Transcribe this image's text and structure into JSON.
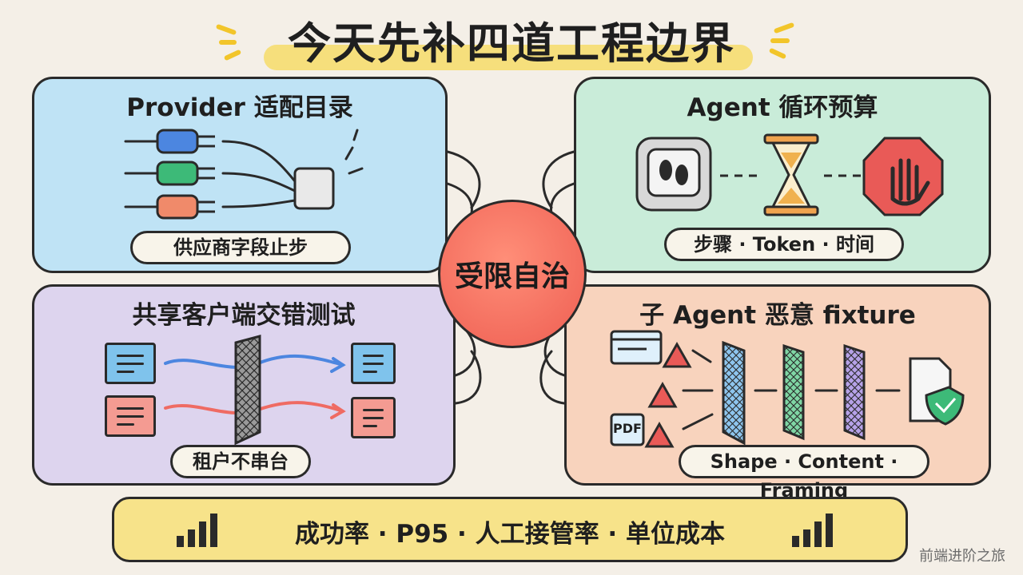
{
  "title": "今天先补四道工程边界",
  "center_label": "受限自治",
  "panels": {
    "provider": {
      "title": "Provider 适配目录",
      "pill": "供应商字段止步"
    },
    "agent_budget": {
      "title": "Agent 循环预算",
      "pill": "步骤 · Token · 时间"
    },
    "shared_client": {
      "title": "共享客户端交错测试",
      "pill": "租户不串台"
    },
    "sub_agent": {
      "title": "子 Agent 恶意 fixture",
      "pill": "Shape · Content · Framing",
      "file_label": "PDF",
      "code_label": "{ }"
    }
  },
  "metrics_bar": "成功率 · P95 · 人工接管率 · 单位成本",
  "watermark": "前端进阶之旅",
  "colors": {
    "blue": "#bfe3f5",
    "green": "#c9ecd9",
    "purple": "#ddd4ee",
    "orange": "#f8d3bd",
    "center": "#ef6353",
    "highlight": "#f6df7c"
  }
}
